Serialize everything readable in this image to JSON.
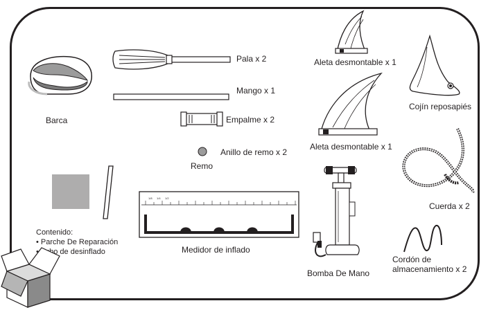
{
  "items": {
    "barca": "Barca",
    "pala": "Pala x 2",
    "mango": "Mango x 1",
    "empalme": "Empalme x 2",
    "anillo": "Anillo de remo x 2",
    "remo": "Remo",
    "aleta1": "Aleta desmontable x 1",
    "aleta2": "Aleta desmontable x 1",
    "cojin": "Cojín reposapiés",
    "cuerda": "Cuerda x 2",
    "medidor": "Medidor de inflado",
    "bomba": "Bomba De Mano",
    "cordon_line1": "Cordón de",
    "cordon_line2": "almacenamiento x 2"
  },
  "contents": {
    "heading": "Contenido:",
    "line1": "• Parche De Reparación",
    "line2": "• Tubo de desinflado"
  },
  "gauge_scale": [
    "1/8",
    "1/4",
    "1/2"
  ],
  "colors": {
    "outline": "#231f20",
    "swatch": "#aeadad",
    "box_grey": "#8a8a8a"
  }
}
